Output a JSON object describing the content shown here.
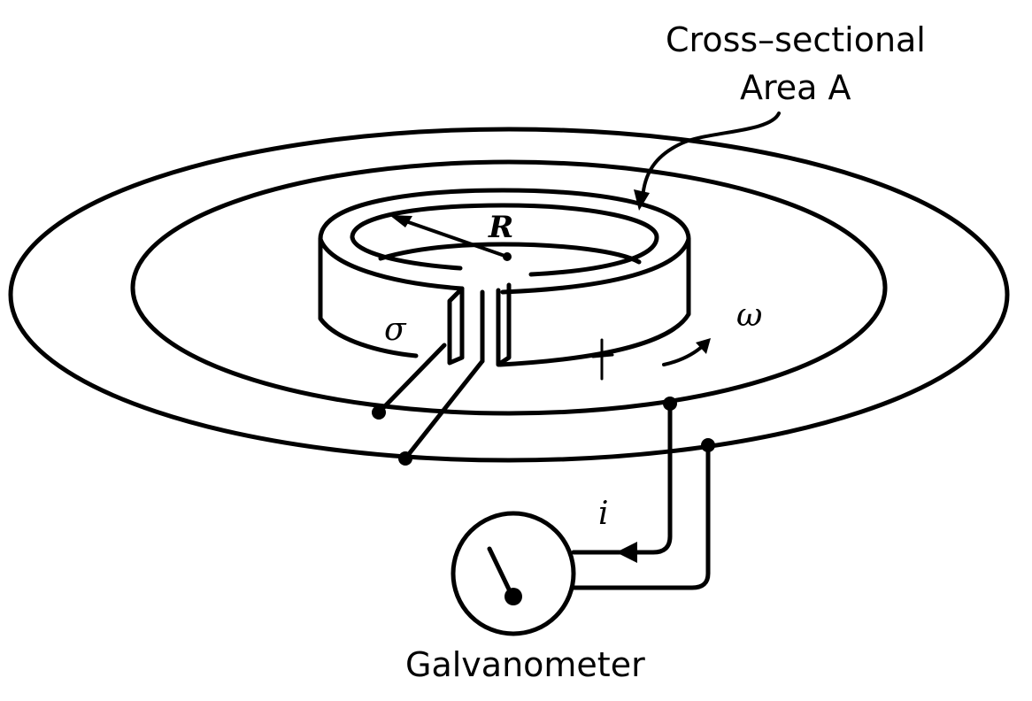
{
  "labels": {
    "area_line1": "Cross–sectional",
    "area_line2": "Area A",
    "radius": "R",
    "conductivity": "σ",
    "angular_velocity": "ω",
    "current": "i",
    "meter": "Galvanometer"
  },
  "colors": {
    "ink": "#000000",
    "background": "#ffffff",
    "ring_fill": "#ffffff"
  }
}
